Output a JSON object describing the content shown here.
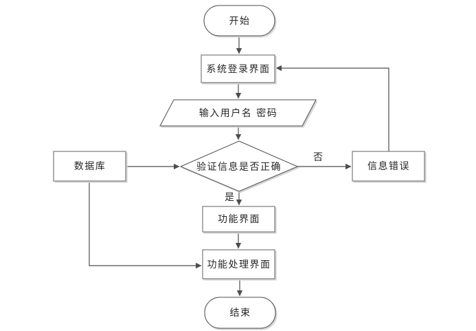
{
  "diagram": {
    "title": "login-flowchart",
    "colors": {
      "background": "#ffffff",
      "line": "#4d4d4d",
      "border": "#7a7a7a",
      "shadow": "#d4d4d4",
      "text": "#262626"
    },
    "nodes": {
      "start": {
        "type": "terminator",
        "label": "开始"
      },
      "login": {
        "type": "process",
        "label": "系统登录界面"
      },
      "input": {
        "type": "data",
        "label": "输入用户名 密码"
      },
      "verify": {
        "type": "decision",
        "label": "验证信息是否正确"
      },
      "database": {
        "type": "process",
        "label": "数据库"
      },
      "error": {
        "type": "process",
        "label": "信息错误"
      },
      "function": {
        "type": "process",
        "label": "功能界面"
      },
      "processing": {
        "type": "process",
        "label": "功能处理界面"
      },
      "end": {
        "type": "terminator",
        "label": "结束"
      }
    },
    "edge_labels": {
      "no": "否",
      "yes": "是"
    }
  }
}
